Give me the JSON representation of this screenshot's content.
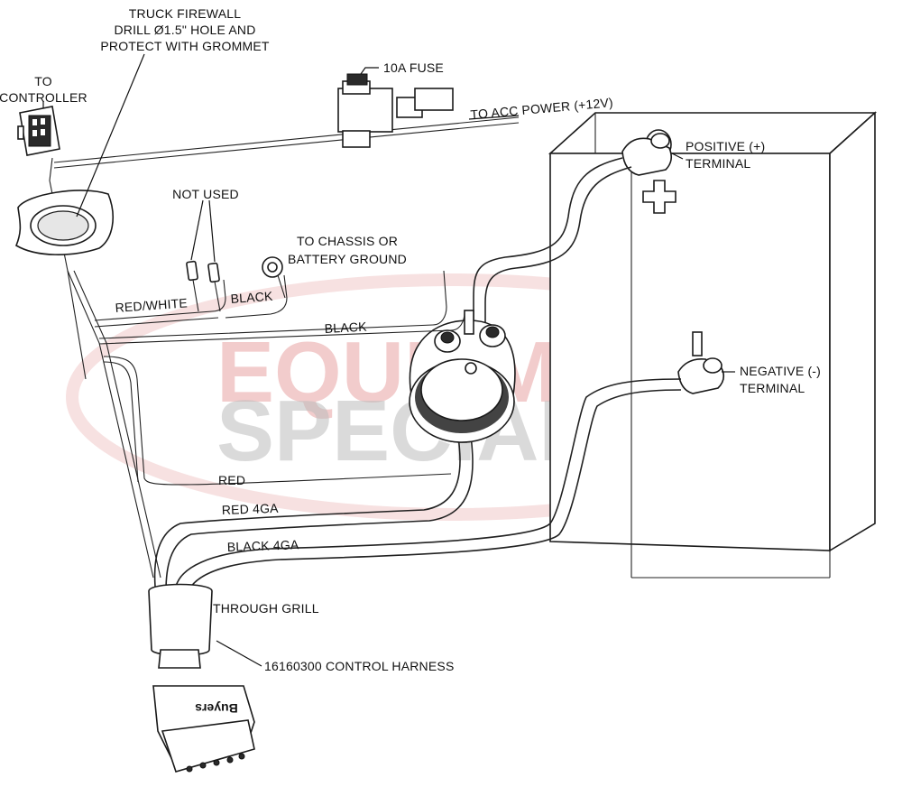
{
  "labels": {
    "firewall_line1": "TRUCK FIREWALL",
    "firewall_line2": "DRILL Ø1.5\" HOLE AND",
    "firewall_line3": "PROTECT WITH GROMMET",
    "controller_line1": "TO",
    "controller_line2": "CONTROLLER",
    "fuse": "10A FUSE",
    "acc_power": "TO ACC POWER (+12V)",
    "positive_line1": "POSITIVE (+)",
    "positive_line2": "TERMINAL",
    "not_used": "NOT USED",
    "chassis_line1": "TO CHASSIS OR",
    "chassis_line2": "BATTERY GROUND",
    "red_white": "RED/WHITE",
    "black_short": "BLACK",
    "black_long": "BLACK",
    "negative_line1": "NEGATIVE (-)",
    "negative_line2": "TERMINAL",
    "red": "RED",
    "red_4ga": "RED 4GA",
    "black_4ga": "BLACK 4GA",
    "through_grill": "THROUGH GRILL",
    "control_harness": "16160300 CONTROL HARNESS",
    "plug_brand": "Buyers"
  },
  "watermark": {
    "line1": "EQUIPMENT",
    "line2": "SPECIALISTS",
    "color_primary": "#e9a3a3",
    "color_secondary": "#bdbdbd"
  }
}
